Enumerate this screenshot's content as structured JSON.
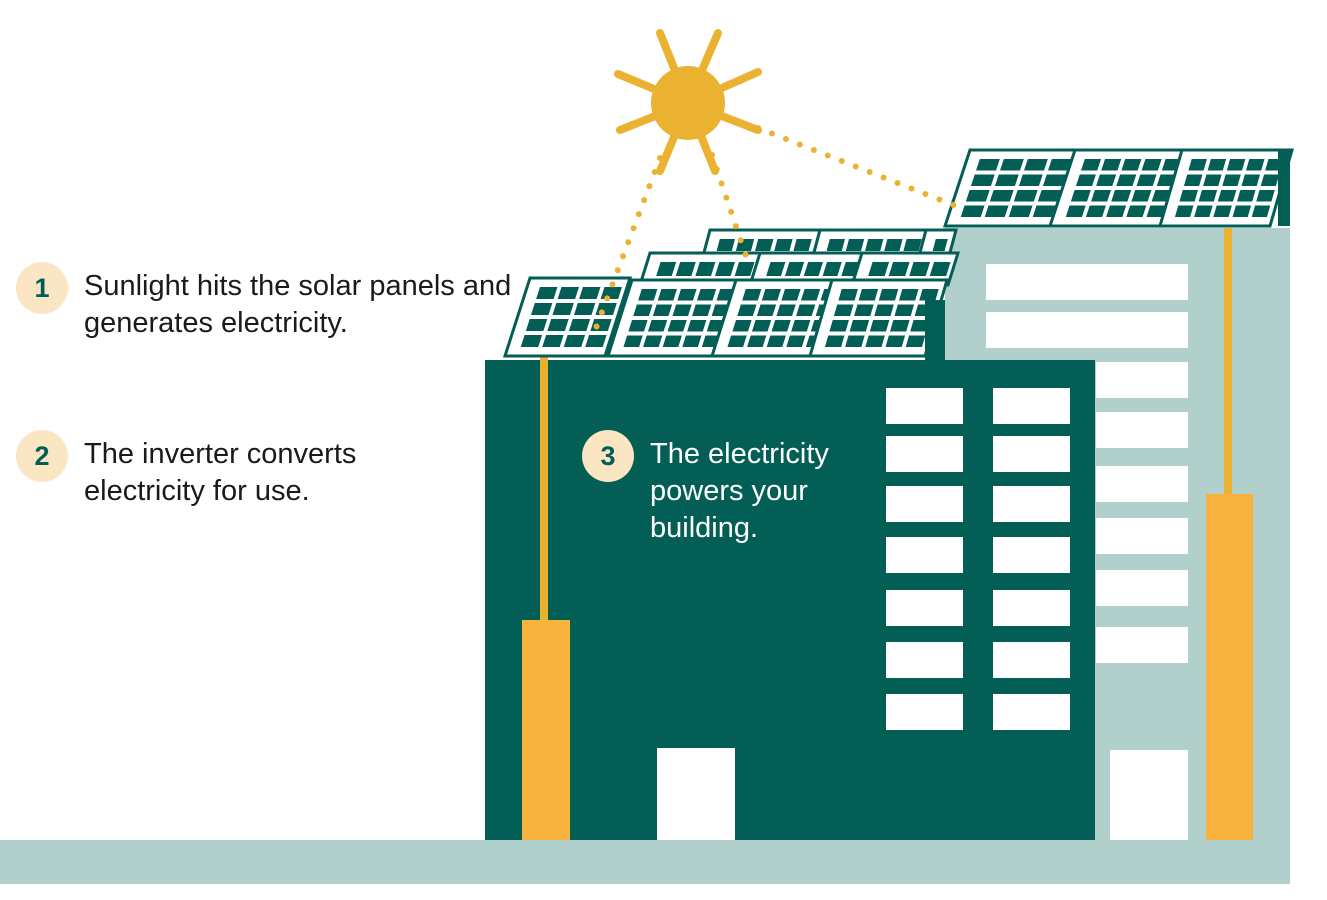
{
  "colors": {
    "dark_green": "#035e56",
    "light_teal": "#b2d0cb",
    "sun_yellow": "#ebb130",
    "inverter_orange": "#f8b33f",
    "badge_cream": "#fbe6c3",
    "window_white": "#ffffff"
  },
  "icons": [
    "sun-icon",
    "solar-panel-icon",
    "inverter-icon",
    "building-icon"
  ],
  "steps": [
    {
      "number": "1",
      "text": "Sunlight hits the solar panels and generates electricity."
    },
    {
      "number": "2",
      "text": "The inverter converts electricity for use."
    },
    {
      "number": "3",
      "text": "The electricity powers your building."
    }
  ]
}
